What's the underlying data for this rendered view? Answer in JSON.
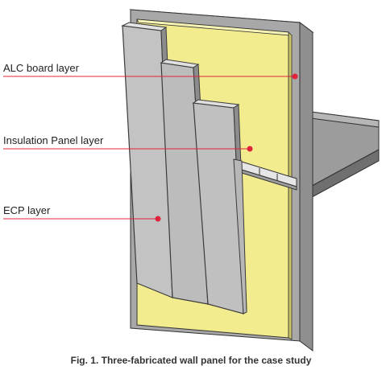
{
  "diagram": {
    "labels": {
      "alc": "ALC board layer",
      "insulation": "Insulation Panel layer",
      "ecp": "ECP layer"
    },
    "caption": "Fig. 1. Three-fabricated wall panel for the case study"
  },
  "colors": {
    "leader": "#e0233a",
    "marker": "#e0233a",
    "ecp_panel": "#bdbdbd",
    "ecp_panel_edge": "#444444",
    "insulation": "#f2ec8f",
    "alc_board": "#9a9a9a",
    "slab": "#8a8a8a"
  }
}
